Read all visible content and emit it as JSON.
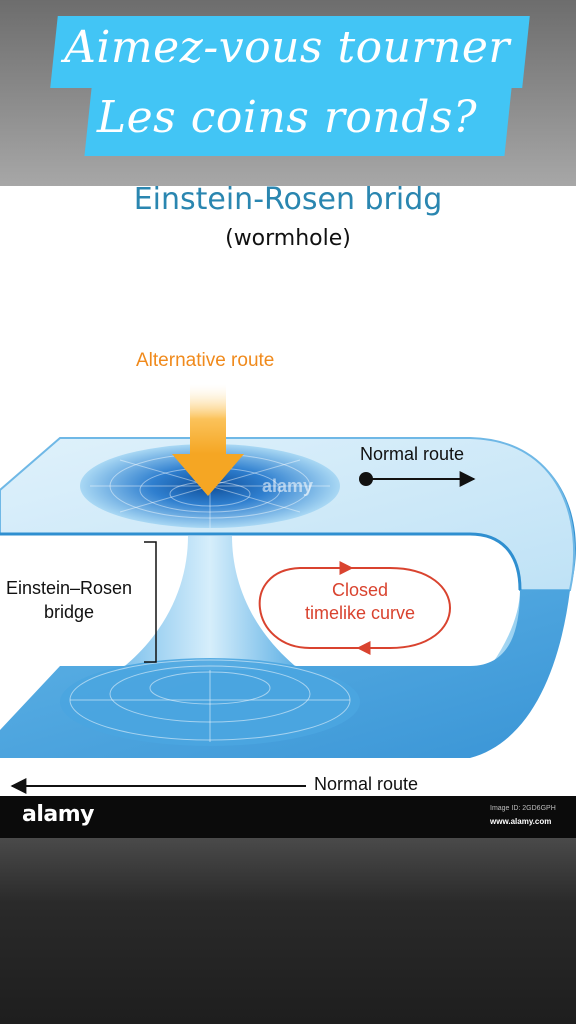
{
  "banner": {
    "line1": "Aimez-vous tourner",
    "line2": "Les coins ronds?"
  },
  "header": {
    "title": "Einstein-Rosen bridg",
    "subtitle": "(wormhole)"
  },
  "diagram": {
    "alternative_route": "Alternative route",
    "normal_route_top": "Normal route",
    "normal_route_bottom": "Normal route",
    "bridge_label_line1": "Einstein–Rosen",
    "bridge_label_line2": "bridge",
    "ctc_line1": "Closed",
    "ctc_line2": "timelike curve",
    "watermark": "alamy"
  },
  "footer": {
    "logo": "alamy",
    "image_id": "Image ID: 2GD6GPH",
    "url": "www.alamy.com"
  },
  "colors": {
    "banner": "#42c5f5",
    "title": "#2a86b0",
    "sheet_light": "#cfe9f8",
    "sheet_mid": "#7fc3ea",
    "sheet_dark": "#2f8fd0",
    "arrow_orange": "#f5a623",
    "label_orange": "#f08a1c",
    "ctc_red": "#d9432f"
  }
}
